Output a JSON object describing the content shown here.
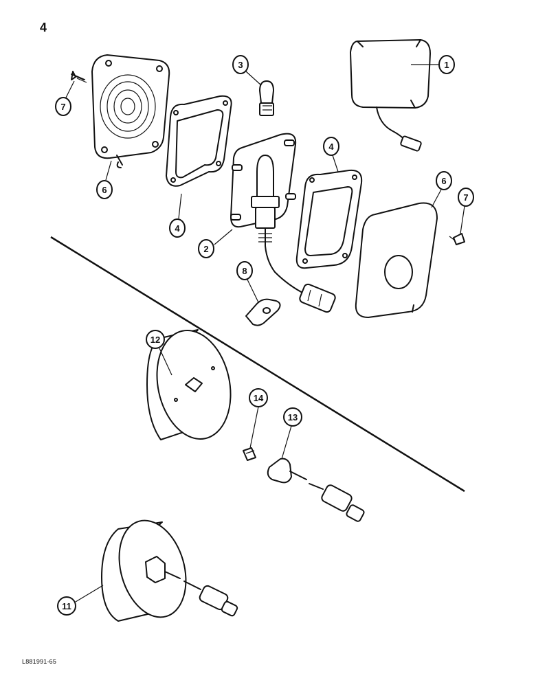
{
  "page_number": "4",
  "figure_code": "L881991-65",
  "callouts": [
    "1",
    "2",
    "3",
    "4",
    "4",
    "6",
    "6",
    "7",
    "7",
    "8",
    "11",
    "12",
    "13",
    "14"
  ]
}
